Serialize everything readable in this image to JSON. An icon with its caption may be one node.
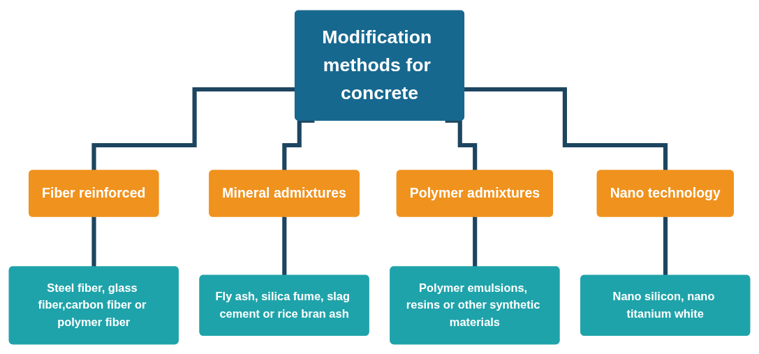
{
  "diagram": {
    "nodes": [
      {
        "text": [
          "Modification methods for concrete"
        ]
      },
      {
        "text": [
          "Fiber reinforced"
        ]
      },
      {
        "text": [
          "Mineral admixtures"
        ]
      },
      {
        "text": [
          "Polymer admixtures"
        ]
      },
      {
        "text": [
          "Nano technology"
        ]
      },
      {
        "text": [
          "Steel fiber, glass fiber,carbon fiber or polymer fiber"
        ]
      },
      {
        "text": [
          "Fly ash, silica fume, slag cement or rice bran ash"
        ]
      },
      {
        "text": [
          "Polymer emulsions, resins or other synthetic materials"
        ]
      },
      {
        "text": [
          "Nano silicon, nano titanium white"
        ]
      }
    ],
    "edges": [
      {
        "from": 0,
        "to": 1,
        "arrow": "none"
      },
      {
        "from": 0,
        "to": 2,
        "arrow": "none"
      },
      {
        "from": 0,
        "to": 3,
        "arrow": "none"
      },
      {
        "from": 0,
        "to": 4,
        "arrow": "none"
      },
      {
        "from": 1,
        "to": 5,
        "arrow": "none"
      },
      {
        "from": 2,
        "to": 6,
        "arrow": "none"
      },
      {
        "from": 3,
        "to": 7,
        "arrow": "none"
      },
      {
        "from": 4,
        "to": 8,
        "arrow": "none"
      }
    ]
  }
}
